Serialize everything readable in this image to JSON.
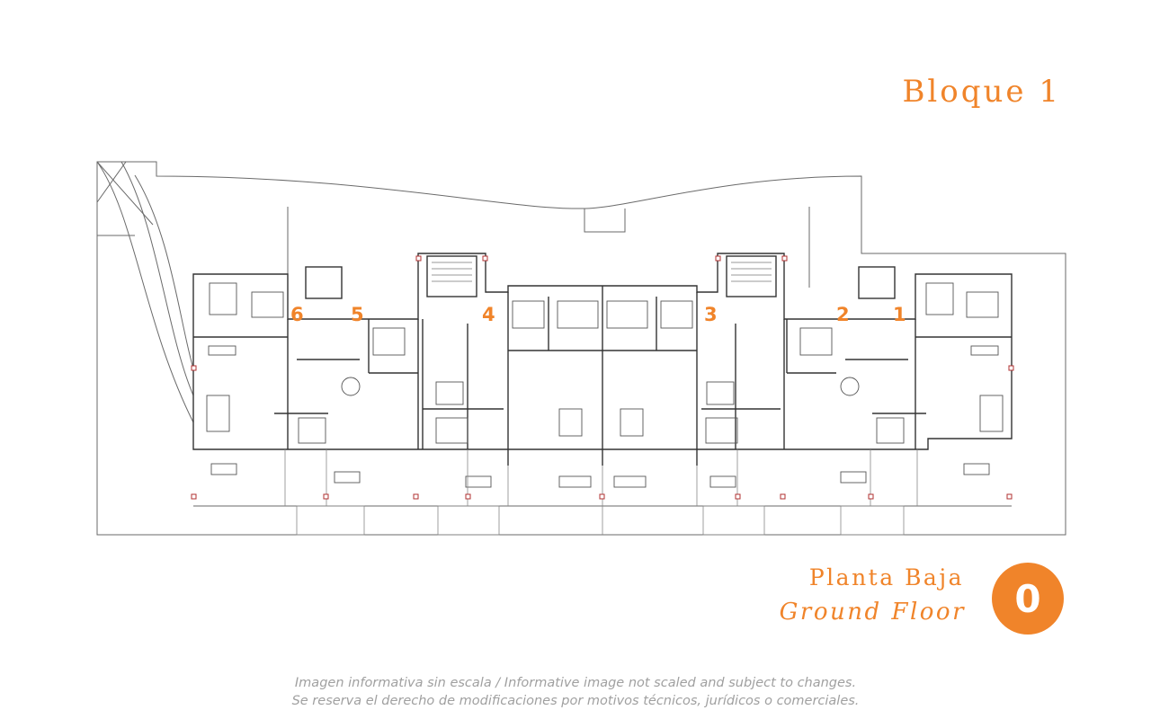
{
  "block_title": "Bloque 1",
  "floor": {
    "name_es": "Planta Baja",
    "name_en": "Ground Floor",
    "number": "0"
  },
  "units": [
    "1",
    "2",
    "3",
    "4",
    "5",
    "6"
  ],
  "disclaimer": {
    "line1": "Imagen informativa sin escala /  Informative image not scaled and subject to changes.",
    "line2": "Se reserva el derecho de modificaciones por motivos técnicos, jurídicos o comerciales."
  },
  "colors": {
    "accent": "#f0842a",
    "plan_lines": "#555555",
    "text_muted": "#a0a0a0"
  }
}
